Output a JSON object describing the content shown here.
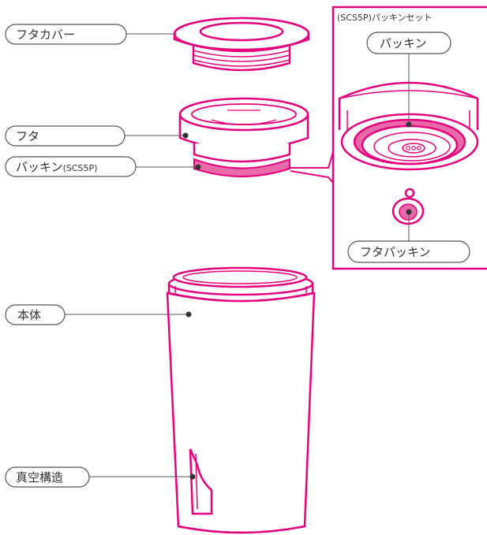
{
  "labels": {
    "lid_cover": "フタカバー",
    "lid": "フタ",
    "packing_main": "パッキン",
    "packing_code": "(SCS5P)",
    "body": "本体",
    "vacuum": "真空構造"
  },
  "inset": {
    "title": "(SCS5P)パッキンセット",
    "packing": "パッキン",
    "lid_packing": "フタパッキン"
  },
  "colors": {
    "accent": "#e6007e",
    "accent_fill": "#e96aa8",
    "line": "#555555",
    "text": "#333333"
  }
}
